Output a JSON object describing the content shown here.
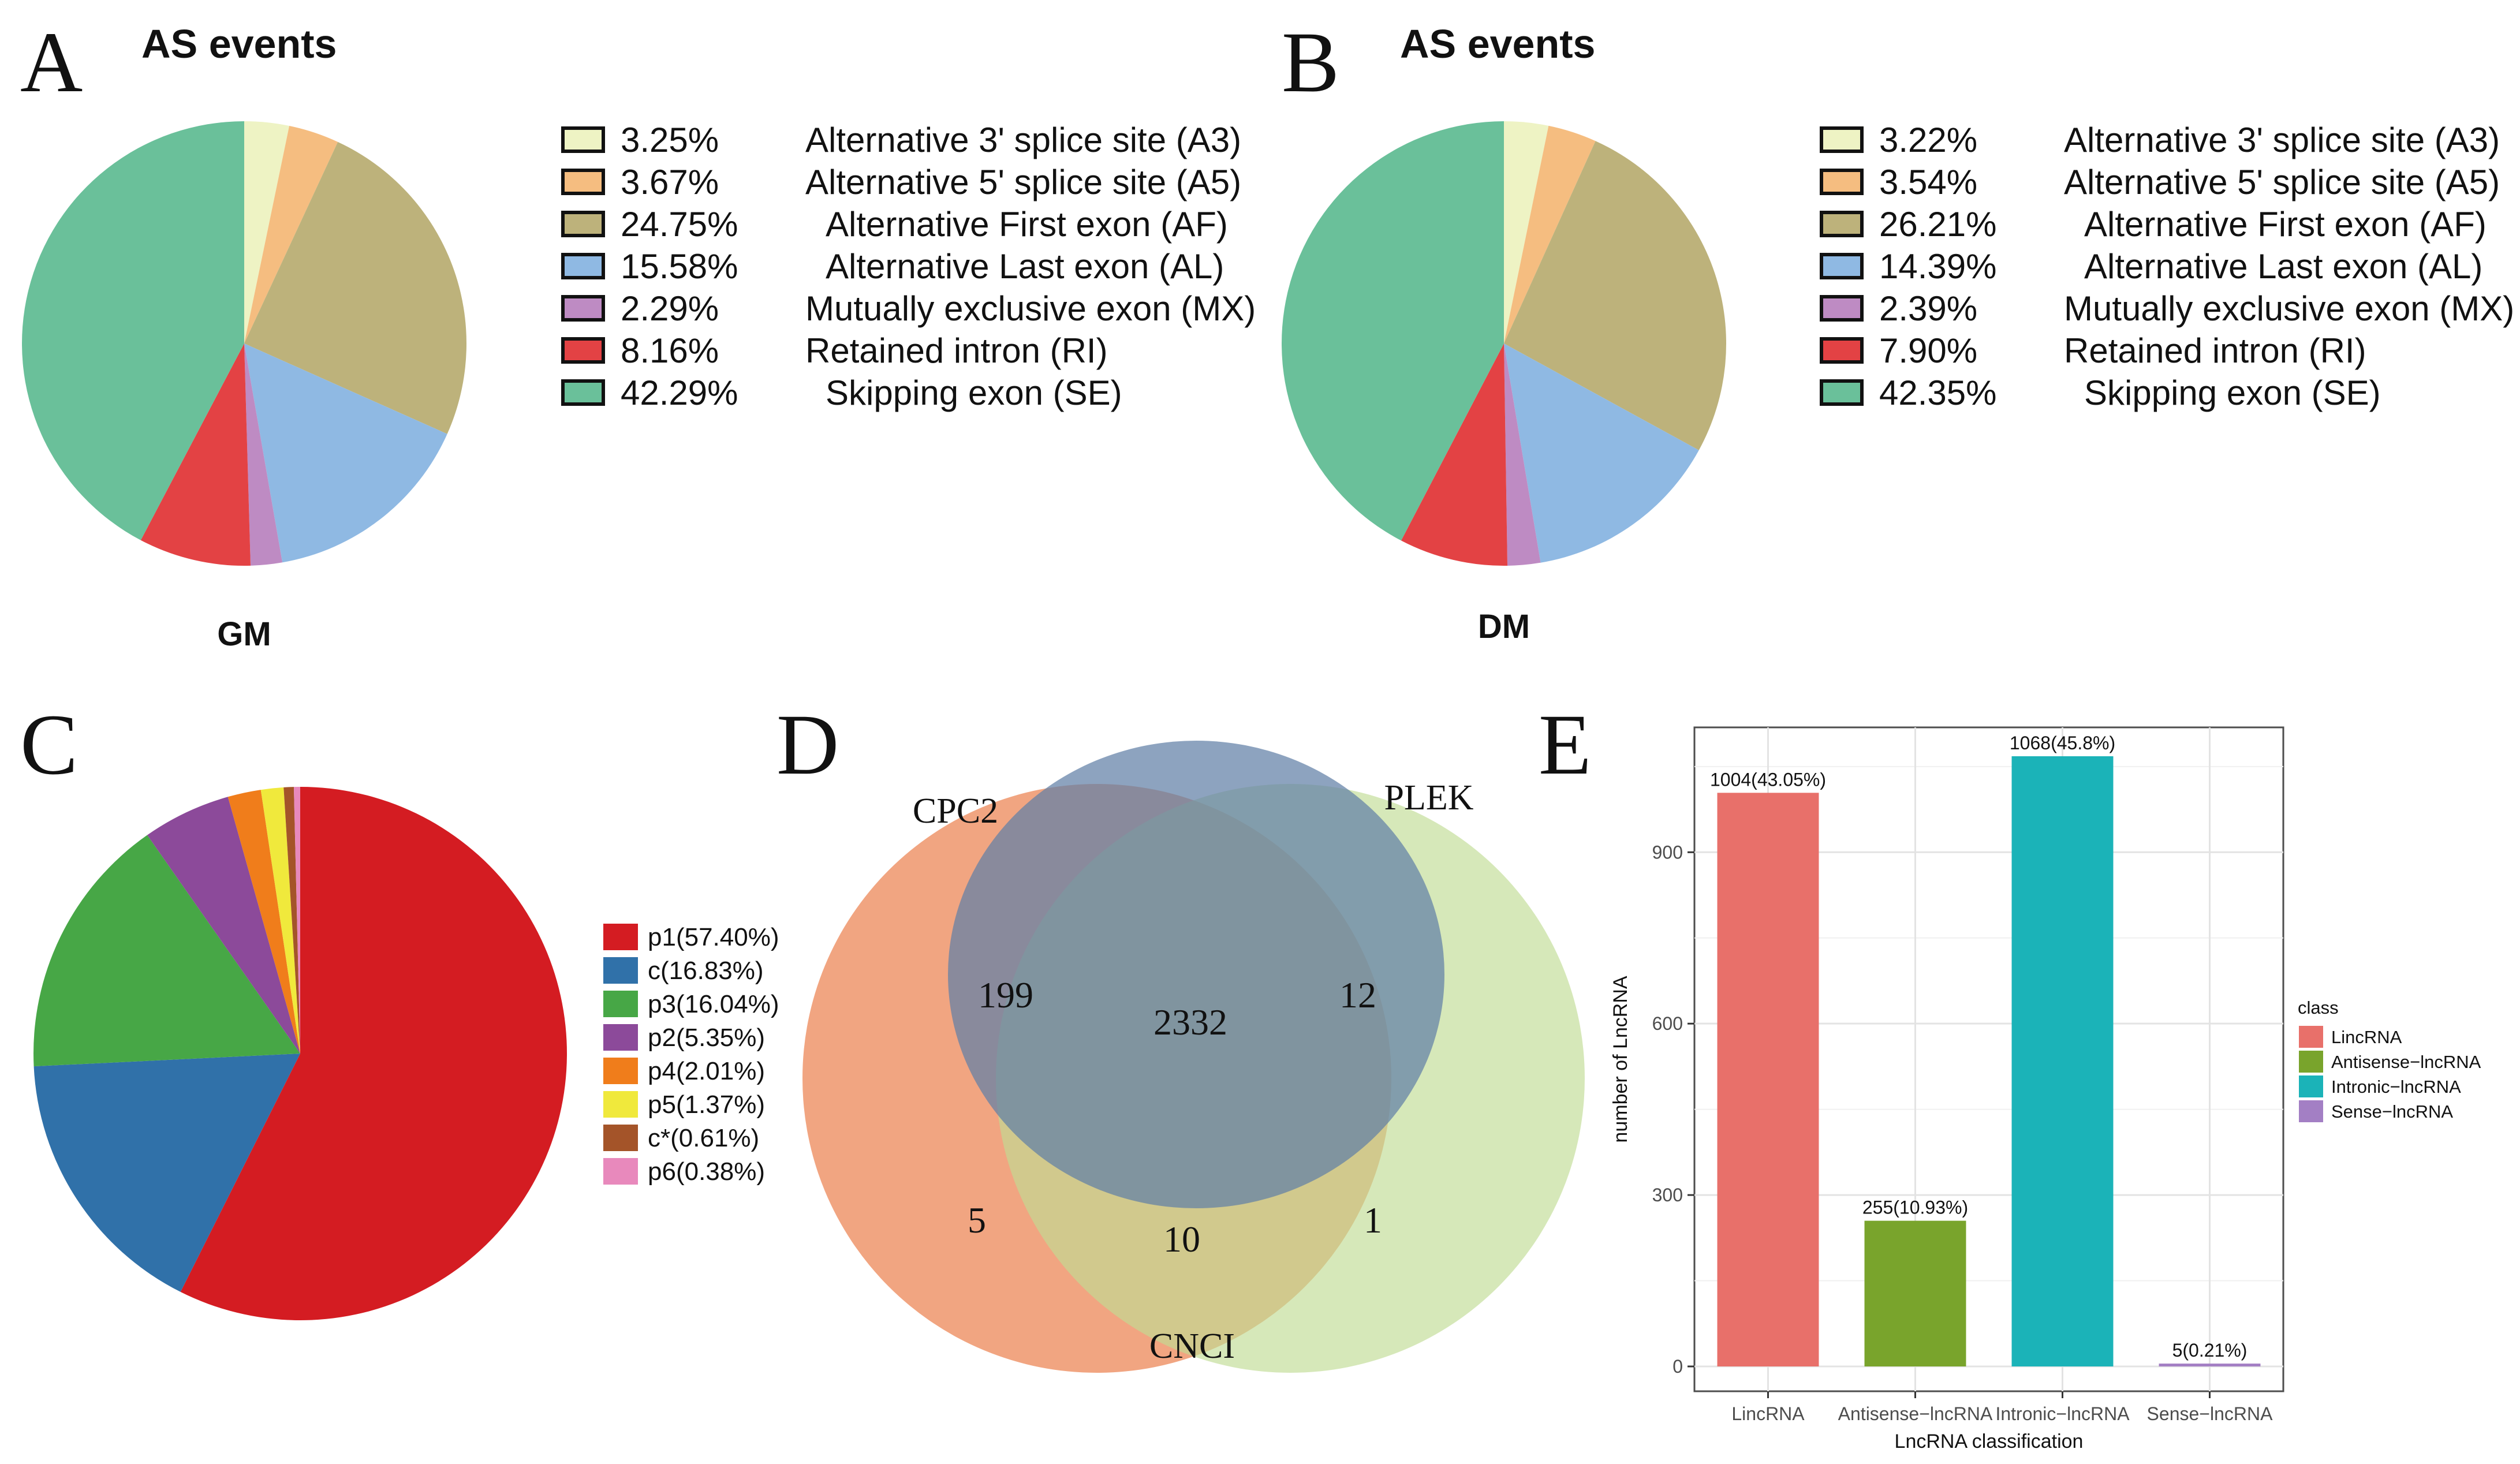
{
  "panels": {
    "A": {
      "letter": "A",
      "title": "AS events",
      "label": "GM",
      "legend": [
        {
          "pct": "3.25%",
          "text": "Alternative 3' splice site (A3)"
        },
        {
          "pct": "3.67%",
          "text": "Alternative 5' splice site (A5)"
        },
        {
          "pct": "24.75%",
          "text": "Alternative First exon (AF)"
        },
        {
          "pct": "15.58%",
          "text": "Alternative Last exon (AL)"
        },
        {
          "pct": "2.29%",
          "text": "Mutually exclusive exon (MX)"
        },
        {
          "pct": "8.16%",
          "text": "Retained intron (RI)"
        },
        {
          "pct": "42.29%",
          "text": "Skipping exon (SE)"
        }
      ]
    },
    "B": {
      "letter": "B",
      "title": "AS events",
      "label": "DM",
      "legend": [
        {
          "pct": "3.22%",
          "text": "Alternative 3' splice site (A3)"
        },
        {
          "pct": "3.54%",
          "text": "Alternative 5' splice site (A5)"
        },
        {
          "pct": "26.21%",
          "text": "Alternative First exon (AF)"
        },
        {
          "pct": "14.39%",
          "text": "Alternative Last exon (AL)"
        },
        {
          "pct": "2.39%",
          "text": "Mutually exclusive exon (MX)"
        },
        {
          "pct": "7.90%",
          "text": "Retained intron (RI)"
        },
        {
          "pct": "42.35%",
          "text": "Skipping exon (SE)"
        }
      ]
    },
    "C": {
      "letter": "C",
      "legend": [
        "p1(57.40%)",
        "c(16.83%)",
        "p3(16.04%)",
        "p2(5.35%)",
        "p4(2.01%)",
        "p5(1.37%)",
        "c*(0.61%)",
        "p6(0.38%)"
      ]
    },
    "D": {
      "letter": "D",
      "set_labels": {
        "cpc2": "CPC2",
        "plek": "PLEK",
        "cnci": "CNCI"
      },
      "counts": {
        "cpc2_plek": "199",
        "all": "2332",
        "plek_only_top": "12",
        "cpc2_only": "5",
        "cpc2_cnci": "10",
        "plek_cnci": "1"
      }
    },
    "E": {
      "letter": "E",
      "legend_title": "class"
    }
  },
  "colors": {
    "as_events": [
      "#eef3c4",
      "#f5bd80",
      "#bdb27b",
      "#8fb9e3",
      "#be8bc3",
      "#e34244",
      "#6ac09a"
    ],
    "c_pie": [
      "#d41c22",
      "#3071a9",
      "#47a746",
      "#8c4a9a",
      "#f07d1b",
      "#f0e93c",
      "#a45429",
      "#e889bc"
    ],
    "venn": {
      "cpc2": "#f0a07a",
      "plek": "#c0dc94",
      "cnci": "#617fa6"
    },
    "e_bars": [
      "#e8706a",
      "#79a42c",
      "#1bb3b8",
      "#a37fc4"
    ]
  },
  "chart_data": [
    {
      "type": "pie",
      "title": "AS events",
      "panel": "A",
      "categories": [
        "Alternative 3' splice site (A3)",
        "Alternative 5' splice site (A5)",
        "Alternative First exon (AF)",
        "Alternative Last exon (AL)",
        "Mutually exclusive exon (MX)",
        "Retained intron (RI)",
        "Skipping exon (SE)"
      ],
      "values": [
        3.25,
        3.67,
        24.75,
        15.58,
        2.29,
        8.16,
        42.29
      ],
      "legend": "right"
    },
    {
      "type": "pie",
      "title": "AS events",
      "panel": "B",
      "categories": [
        "Alternative 3' splice site (A3)",
        "Alternative 5' splice site (A5)",
        "Alternative First exon (AF)",
        "Alternative Last exon (AL)",
        "Mutually exclusive exon (MX)",
        "Retained intron (RI)",
        "Skipping exon (SE)"
      ],
      "values": [
        3.22,
        3.54,
        26.21,
        14.39,
        2.39,
        7.9,
        42.35
      ],
      "legend": "right"
    },
    {
      "type": "pie",
      "panel": "C",
      "categories": [
        "p1",
        "c",
        "p3",
        "p2",
        "p4",
        "p5",
        "c*",
        "p6"
      ],
      "values": [
        57.4,
        16.83,
        16.04,
        5.35,
        2.01,
        1.37,
        0.61,
        0.38
      ],
      "legend": "right"
    },
    {
      "type": "bar",
      "panel": "E",
      "categories": [
        "LincRNA",
        "Antisense−lncRNA",
        "Intronic−lncRNA",
        "Sense−lncRNA"
      ],
      "values": [
        1004,
        255,
        1068,
        5
      ],
      "data_labels": [
        "1004(43.05%)",
        "255(10.93%)",
        "1068(45.8%)",
        "5(0.21%)"
      ],
      "legend_entries": [
        "LincRNA",
        "Antisense−lncRNA",
        "Intronic−lncRNA",
        "Sense−lncRNA"
      ],
      "xlabel": "LncRNA classification",
      "ylabel": "number of LncRNA",
      "ylim": [
        0,
        1100
      ],
      "yticks": [
        0,
        300,
        600,
        900
      ],
      "grid": true,
      "legend": "right"
    }
  ]
}
